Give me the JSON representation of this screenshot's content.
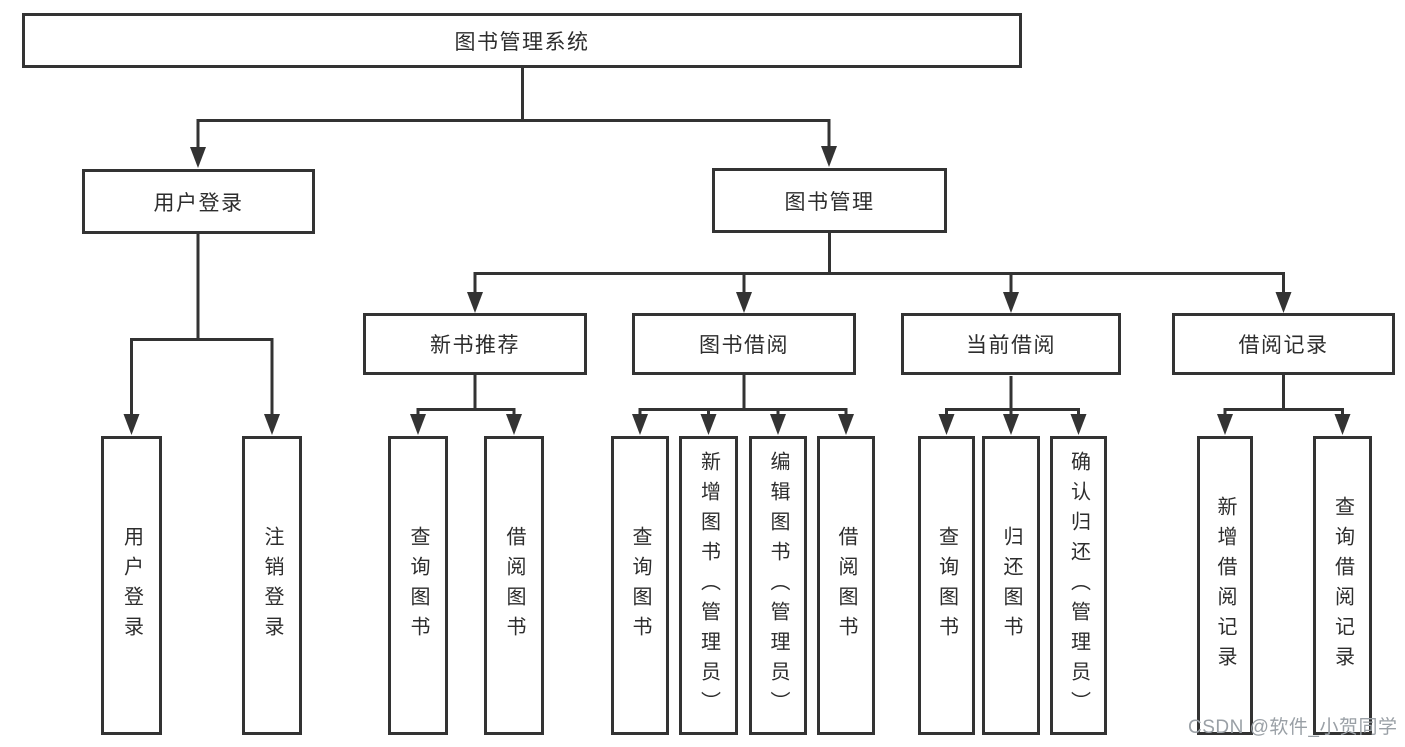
{
  "colors": {
    "line": "#333333",
    "border": "#333333",
    "text": "#2d2d2d",
    "watermark": "#9aa0a6",
    "background": "#ffffff"
  },
  "tree": {
    "label": "图书管理系统",
    "children": [
      {
        "label": "用户登录",
        "children": [
          {
            "label": "用户登录"
          },
          {
            "label": "注销登录"
          }
        ]
      },
      {
        "label": "图书管理",
        "children": [
          {
            "label": "新书推荐",
            "children": [
              {
                "label": "查询图书"
              },
              {
                "label": "借阅图书"
              }
            ]
          },
          {
            "label": "图书借阅",
            "children": [
              {
                "label": "查询图书"
              },
              {
                "label": "新增图书（管理员）"
              },
              {
                "label": "编辑图书（管理员）"
              },
              {
                "label": "借阅图书"
              }
            ]
          },
          {
            "label": "当前借阅",
            "children": [
              {
                "label": "查询图书"
              },
              {
                "label": "归还图书"
              },
              {
                "label": "确认归还（管理员）"
              }
            ]
          },
          {
            "label": "借阅记录",
            "children": [
              {
                "label": "新增借阅记录"
              },
              {
                "label": "查询借阅记录"
              }
            ]
          }
        ]
      }
    ]
  },
  "watermark": {
    "text": "CSDN @软件_小贺同学"
  }
}
